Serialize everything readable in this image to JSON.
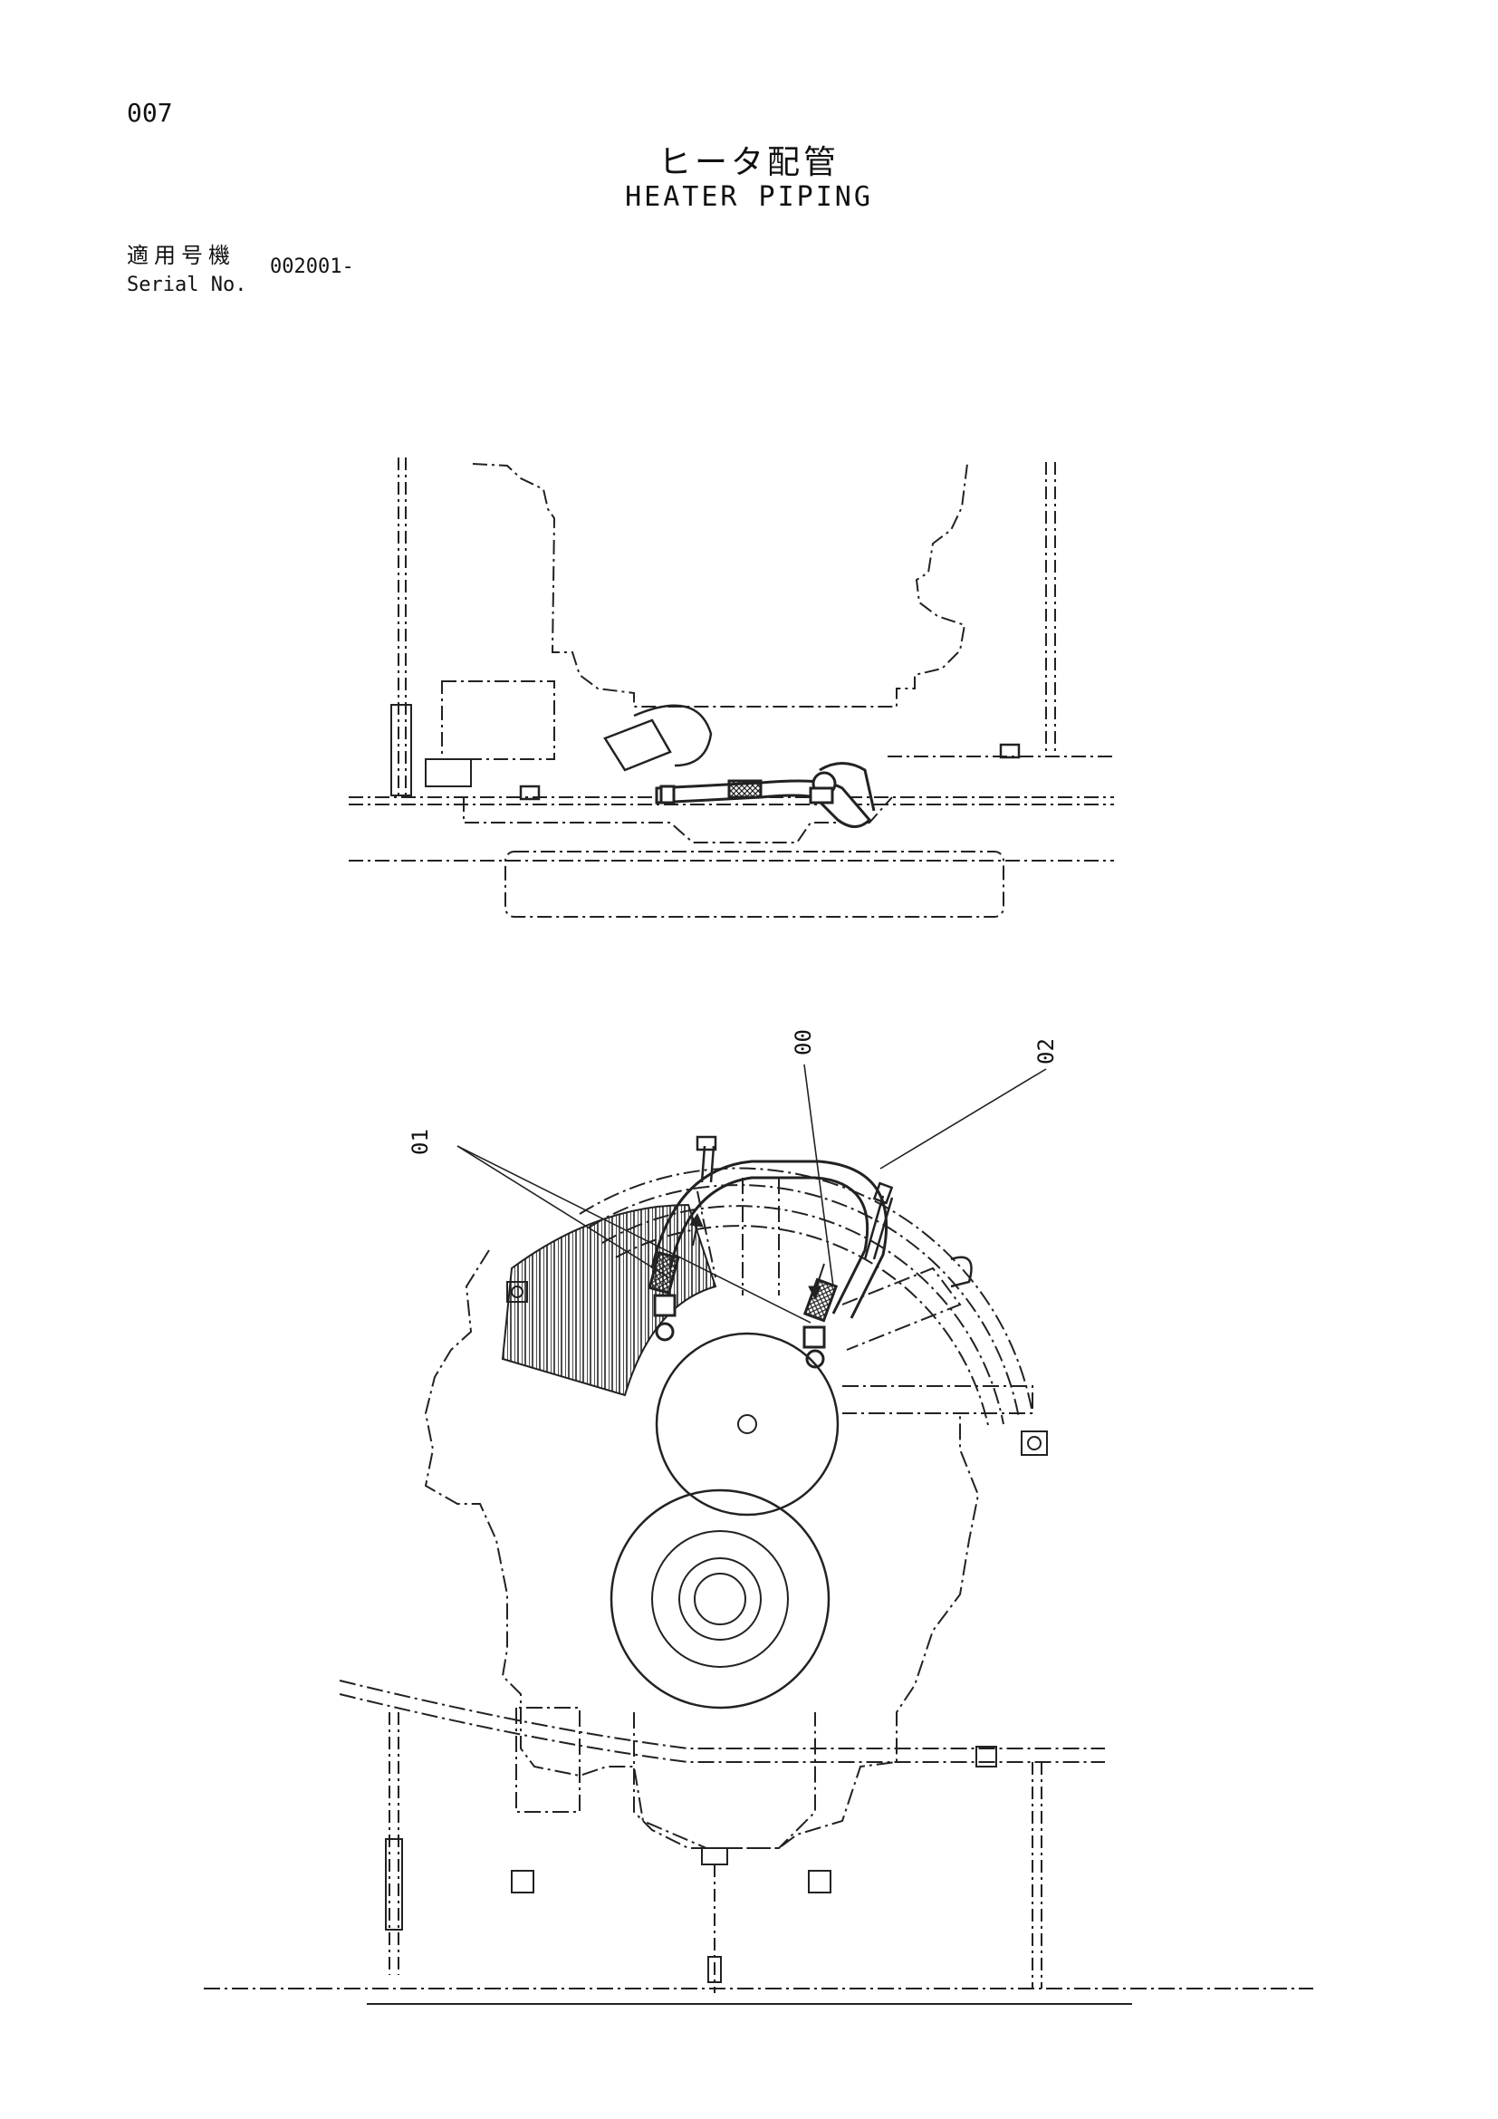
{
  "header": {
    "page_number": "007",
    "title_jp": "ヒータ配管",
    "title_en": "HEATER PIPING",
    "serial_label_jp": "適用号機",
    "serial_label_en": "Serial No.",
    "serial_value": "002001-"
  },
  "callouts": {
    "part_00": "00",
    "part_01": "01",
    "part_02": "02"
  }
}
